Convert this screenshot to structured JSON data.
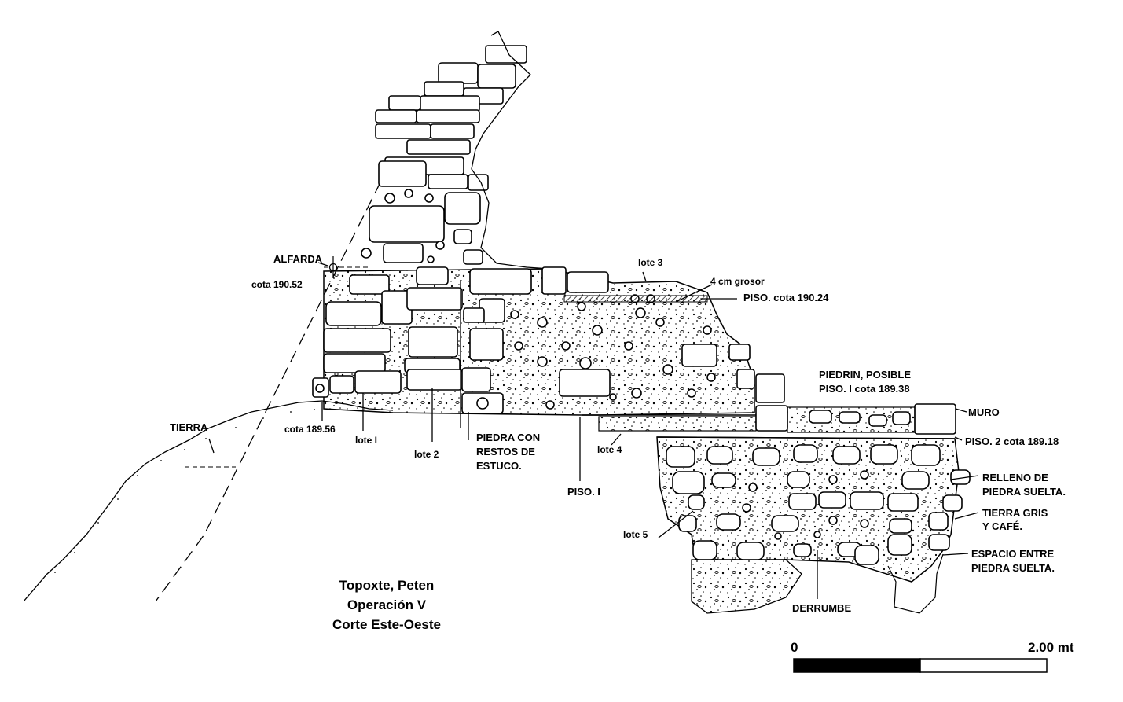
{
  "title": {
    "line1": "Topoxte, Peten",
    "line2": "Operación V",
    "line3": "Corte Este-Oeste"
  },
  "labels": {
    "alfarda": "ALFARDA",
    "cota_190_52": "cota 190.52",
    "tierra": "TIERRA",
    "cota_189_56": "cota 189.56",
    "lote1": "lote I",
    "lote2": "lote 2",
    "lote3": "lote 3",
    "lote4": "lote 4",
    "lote5": "lote 5",
    "piedra1": "PIEDRA CON",
    "piedra2": "RESTOS DE",
    "piedra3": "ESTUCO.",
    "piso1": "PISO. I",
    "grosor": "4 cm grosor",
    "piso_190_24": "PISO. cota 190.24",
    "piedrin1": "PIEDRIN, POSIBLE",
    "piedrin2": "PISO. I  cota 189.38",
    "muro": "MURO",
    "piso2": "PISO.  2 cota 189.18",
    "relleno1": "RELLENO DE",
    "relleno2": "PIEDRA SUELTA.",
    "tierra_gris1": "TIERRA GRIS",
    "tierra_gris2": "Y CAFÉ.",
    "espacio1": "ESPACIO ENTRE",
    "espacio2": "PIEDRA SUELTA.",
    "derrumbe": "DERRUMBE"
  },
  "scale_bar": {
    "start_label": "0",
    "end_label": "2.00 mt"
  }
}
